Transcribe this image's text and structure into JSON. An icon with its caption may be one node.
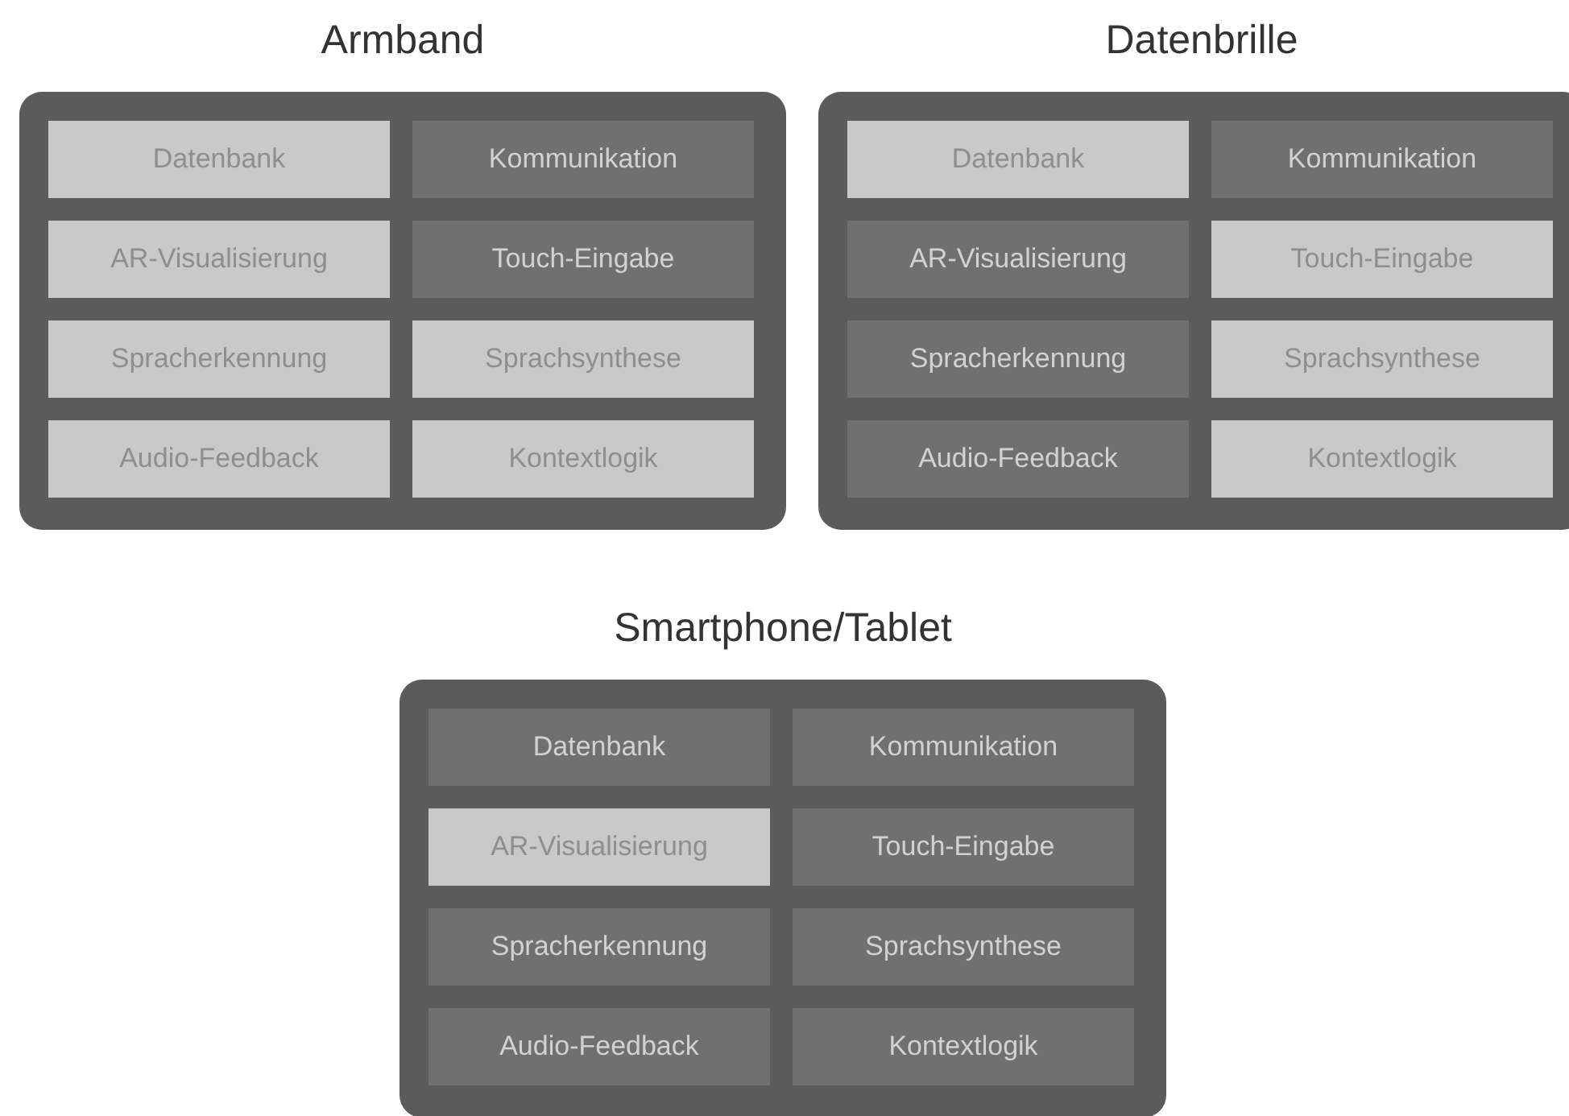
{
  "diagram": {
    "nodes": [
      {
        "text": [
          "Armband"
        ]
      },
      {
        "text": [
          "Datenbank"
        ],
        "in": 0
      },
      {
        "text": [
          "Kommunikation"
        ],
        "in": 0
      },
      {
        "text": [
          "AR-Visualisierung"
        ],
        "in": 0
      },
      {
        "text": [
          "Touch-Eingabe"
        ],
        "in": 0
      },
      {
        "text": [
          "Spracherkennung"
        ],
        "in": 0
      },
      {
        "text": [
          "Sprachsynthese"
        ],
        "in": 0
      },
      {
        "text": [
          "Audio-Feedback"
        ],
        "in": 0
      },
      {
        "text": [
          "Kontextlogik"
        ],
        "in": 0
      },
      {
        "text": [
          "Datenbrille"
        ]
      },
      {
        "text": [
          "Datenbank"
        ],
        "in": 9
      },
      {
        "text": [
          "Kommunikation"
        ],
        "in": 9
      },
      {
        "text": [
          "AR-Visualisierung"
        ],
        "in": 9
      },
      {
        "text": [
          "Touch-Eingabe"
        ],
        "in": 9
      },
      {
        "text": [
          "Spracherkennung"
        ],
        "in": 9
      },
      {
        "text": [
          "Sprachsynthese"
        ],
        "in": 9
      },
      {
        "text": [
          "Audio-Feedback"
        ],
        "in": 9
      },
      {
        "text": [
          "Kontextlogik"
        ],
        "in": 9
      },
      {
        "text": [
          "Smartphone/Tablet"
        ]
      },
      {
        "text": [
          "Datenbank"
        ],
        "in": 18
      },
      {
        "text": [
          "Kommunikation"
        ],
        "in": 18
      },
      {
        "text": [
          "AR-Visualisierung"
        ],
        "in": 18
      },
      {
        "text": [
          "Touch-Eingabe"
        ],
        "in": 18
      },
      {
        "text": [
          "Spracherkennung"
        ],
        "in": 18
      },
      {
        "text": [
          "Sprachsynthese"
        ],
        "in": 18
      },
      {
        "text": [
          "Audio-Feedback"
        ],
        "in": 18
      },
      {
        "text": [
          "Kontextlogik"
        ],
        "in": 18
      }
    ]
  }
}
